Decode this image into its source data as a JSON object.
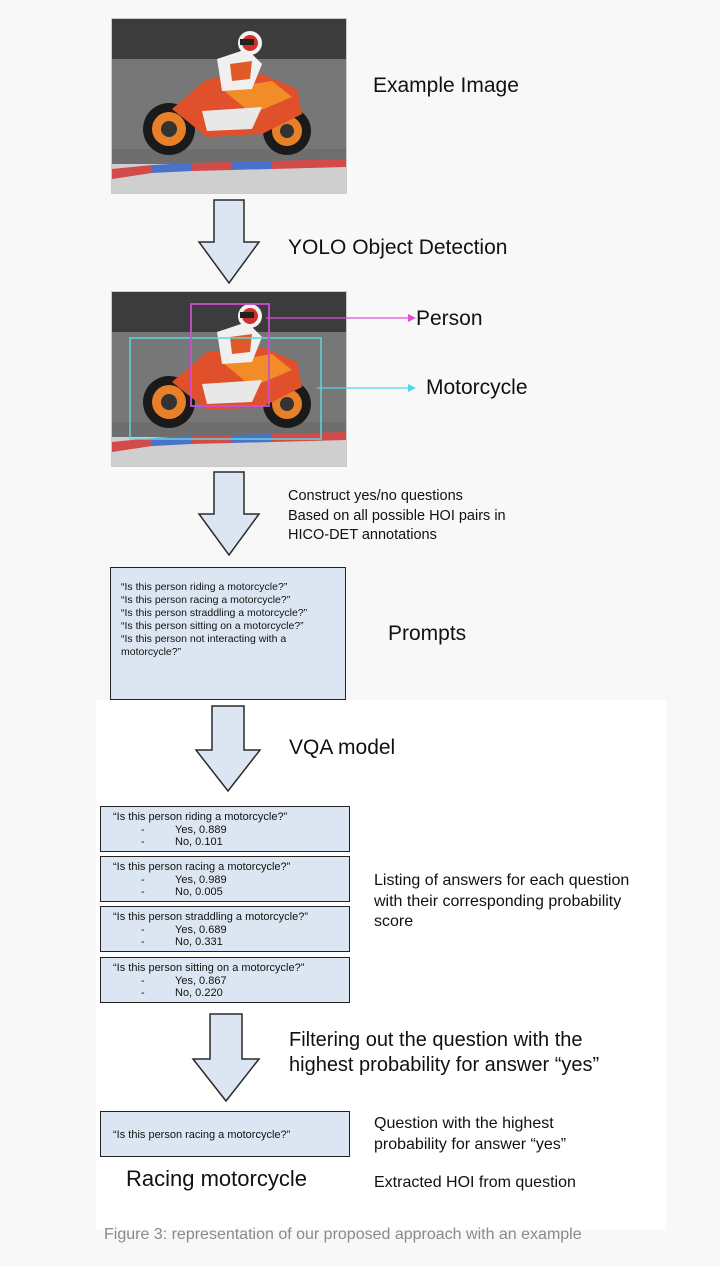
{
  "labels": {
    "example_image": "Example Image",
    "yolo": "YOLO Object Detection",
    "person": "Person",
    "motorcycle": "Motorcycle",
    "construct": [
      "Construct yes/no questions",
      "Based on all possible HOI pairs in",
      "HICO-DET annotations"
    ],
    "prompts": "Prompts",
    "vqa": "VQA model",
    "listing": [
      "Listing of answers for each question",
      "with their corresponding probability",
      "score"
    ],
    "filtering": [
      "Filtering out the question with the",
      "highest probability for answer “yes”"
    ],
    "highest": [
      "Question with the highest",
      "probability for answer “yes”"
    ],
    "racing": "Racing motorcycle",
    "extracted": "Extracted HOI from question"
  },
  "prompts_box": [
    "“Is this person riding a motorcycle?”",
    "“Is this person racing a motorcycle?”",
    "“Is this person straddling a motorcycle?”",
    "“Is this person sitting on a motorcycle?”",
    "“Is this person not interacting with a",
    "motorcycle?”"
  ],
  "answers": [
    {
      "question": "“Is this person riding a motorcycle?”",
      "yes": "Yes, 0.889",
      "no": "No, 0.101"
    },
    {
      "question": "“Is this person racing a motorcycle?”",
      "yes": "Yes, 0.989",
      "no": "No, 0.005"
    },
    {
      "question": "“Is this person straddling a motorcycle?”",
      "yes": "Yes, 0.689",
      "no": "No, 0.331"
    },
    {
      "question": "“Is this person sitting on a motorcycle?”",
      "yes": "Yes, 0.867",
      "no": "No, 0.220"
    }
  ],
  "dash": "-",
  "final_question": "“Is this person racing a motorcycle?”",
  "caption": "Figure 3: representation of our proposed approach with an example",
  "colors": {
    "box_fill": "#dce6f2",
    "arrow_fill": "#dce6f2",
    "person_box": "#c94fd6",
    "motorcycle_box": "#5fd6e0",
    "person_arrow": "#e04fd9",
    "motorcycle_arrow": "#4fd7e6"
  }
}
